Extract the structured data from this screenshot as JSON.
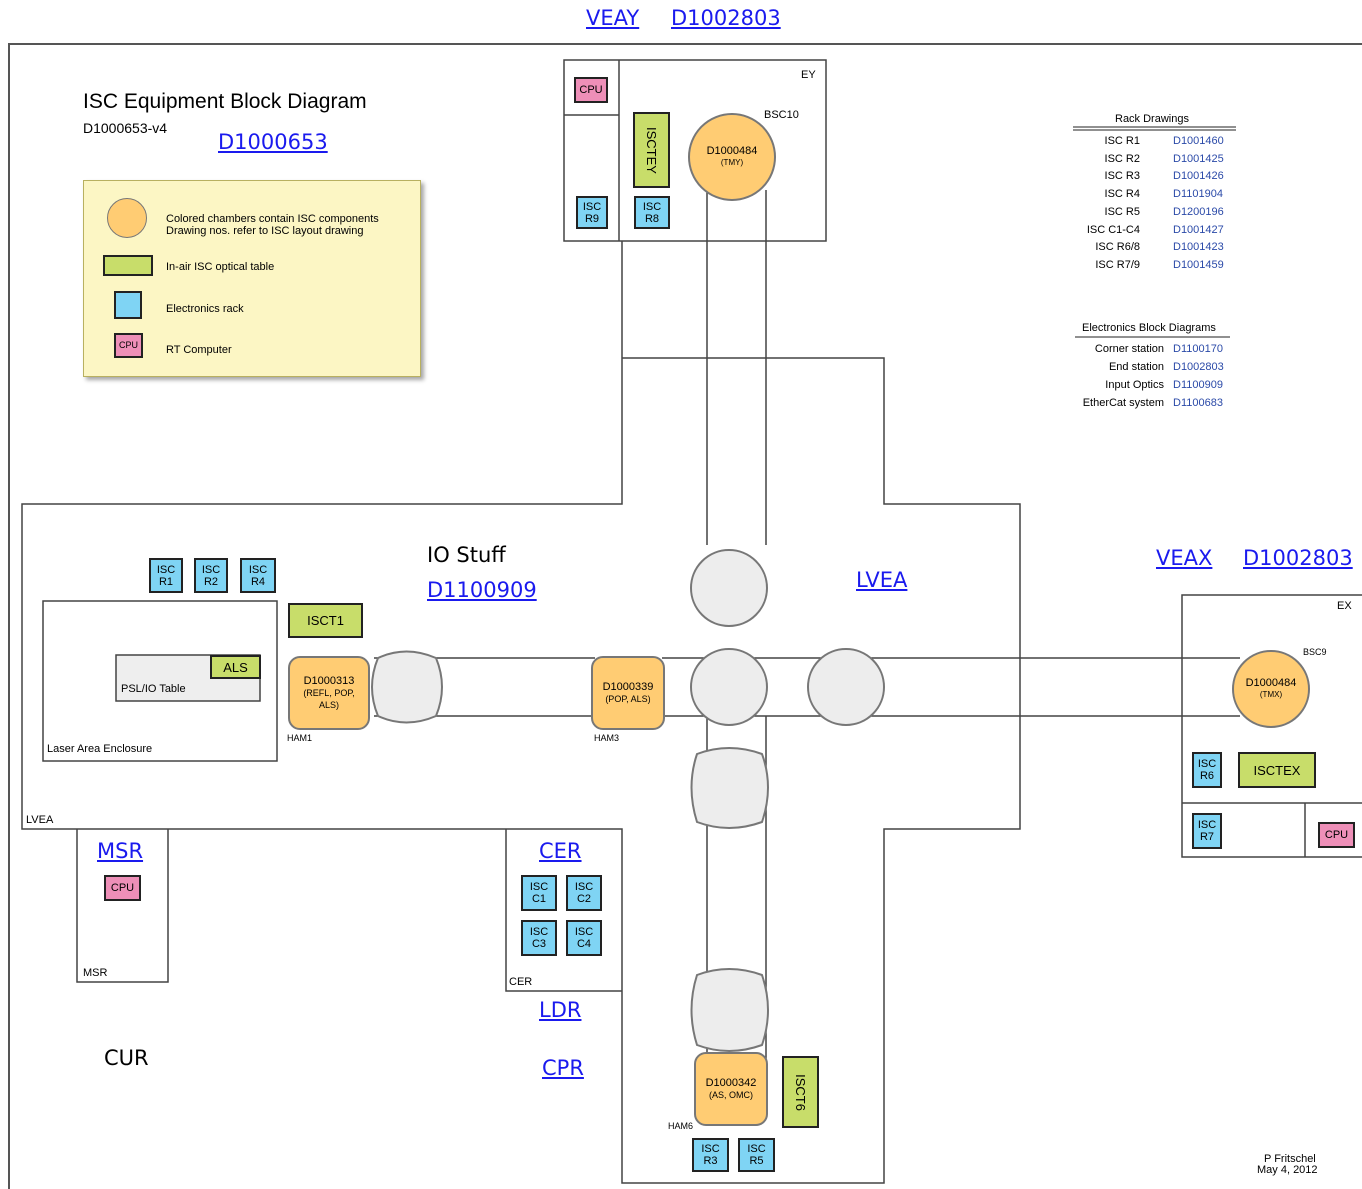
{
  "header": {
    "veay_link": "VEAY",
    "veay_doc_link": "D1002803"
  },
  "title": {
    "main": "ISC Equipment Block Diagram",
    "doc": "D1000653-v4",
    "doc_link": "D1000653"
  },
  "legend": {
    "chamber_line1": "Colored chambers contain ISC components",
    "chamber_line2": "Drawing nos. refer to ISC layout drawing",
    "table": "In-air ISC optical table",
    "rack": "Electronics rack",
    "cpu_icon": "CPU",
    "cpu": "RT Computer"
  },
  "rack_drawings": {
    "header": "Rack Drawings",
    "rows": [
      {
        "name": "ISC R1",
        "doc": "D1001460"
      },
      {
        "name": "ISC R2",
        "doc": "D1001425"
      },
      {
        "name": "ISC R3",
        "doc": "D1001426"
      },
      {
        "name": "ISC R4",
        "doc": "D1101904"
      },
      {
        "name": "ISC R5",
        "doc": "D1200196"
      },
      {
        "name": "ISC C1-C4",
        "doc": "D1001427"
      },
      {
        "name": "ISC R6/8",
        "doc": "D1001423"
      },
      {
        "name": "ISC R7/9",
        "doc": "D1001459"
      }
    ]
  },
  "electronics_diagrams": {
    "header": "Electronics Block Diagrams",
    "rows": [
      {
        "name": "Corner station",
        "doc": "D1100170"
      },
      {
        "name": "End station",
        "doc": "D1002803"
      },
      {
        "name": "Input Optics",
        "doc": "D1100909"
      },
      {
        "name": "EtherCat system",
        "doc": "D1100683"
      }
    ]
  },
  "ey": {
    "label": "EY",
    "cpu": "CPU",
    "table": "ISCTEY",
    "r9": [
      "ISC",
      "R9"
    ],
    "r8": [
      "ISC",
      "R8"
    ],
    "bsc_label": "BSC10",
    "bsc_doc": "D1000484",
    "bsc_sub": "(TMY)"
  },
  "io": {
    "text": "IO Stuff",
    "link": "D1100909"
  },
  "lvea": {
    "link": "LVEA",
    "label": "LVEA"
  },
  "veax": {
    "link": "VEAX",
    "doc_link": "D1002803"
  },
  "ex": {
    "label": "EX",
    "bsc_label": "BSC9",
    "bsc_doc": "D1000484",
    "bsc_sub": "(TMX)",
    "r6": [
      "ISC",
      "R6"
    ],
    "table": "ISCTEX",
    "r7": [
      "ISC",
      "R7"
    ],
    "cpu": "CPU"
  },
  "corner": {
    "r1": [
      "ISC",
      "R1"
    ],
    "r2": [
      "ISC",
      "R2"
    ],
    "r4": [
      "ISC",
      "R4"
    ],
    "isct1": "ISCT1",
    "als": "ALS",
    "psl": "PSL/IO Table",
    "lae": "Laser Area Enclosure",
    "ham1": {
      "doc": "D1000313",
      "sub1": "(REFL, POP,",
      "sub2": "ALS)",
      "label": "HAM1"
    },
    "ham3": {
      "doc": "D1000339",
      "sub1": "(POP, ALS)",
      "label": "HAM3"
    },
    "ham6": {
      "doc": "D1000342",
      "sub1": "(AS, OMC)",
      "label": "HAM6"
    },
    "isct6": "ISCT6",
    "r3": [
      "ISC",
      "R3"
    ],
    "r5": [
      "ISC",
      "R5"
    ]
  },
  "msr": {
    "link": "MSR",
    "cpu": "CPU",
    "label": "MSR"
  },
  "cer": {
    "link": "CER",
    "label": "CER",
    "c1": [
      "ISC",
      "C1"
    ],
    "c2": [
      "ISC",
      "C2"
    ],
    "c3": [
      "ISC",
      "C3"
    ],
    "c4": [
      "ISC",
      "C4"
    ]
  },
  "ldr": {
    "link": "LDR"
  },
  "cpr": {
    "link": "CPR"
  },
  "cur": {
    "text": "CUR"
  },
  "author": {
    "name": "P Fritschel",
    "date": "May 4, 2012"
  }
}
